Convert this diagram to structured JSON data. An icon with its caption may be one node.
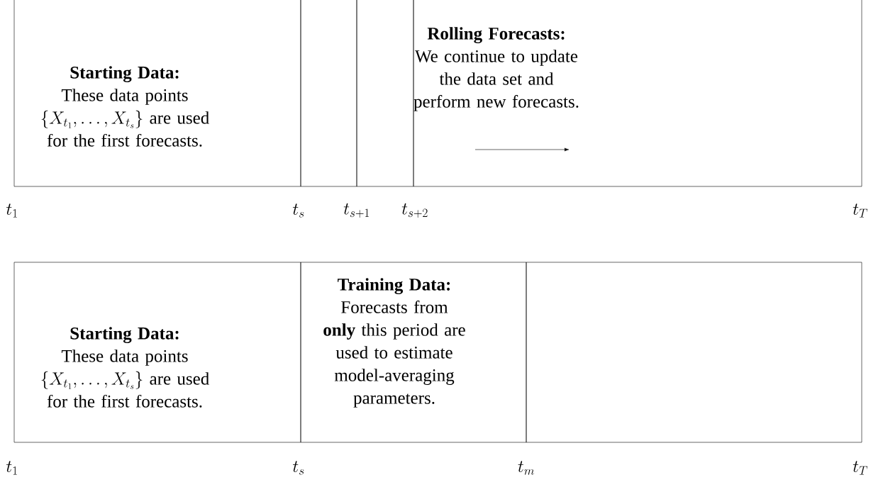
{
  "diagram": {
    "nodes": [
      {
        "text": [
          "Starting Data:",
          "These data points",
          "\\{X_{t_1}, \\ldots, X_{t_s}\\}\\ \\mbox{are used}",
          "for the first forecasts."
        ]
      },
      {
        "text": [],
        "shape": "box"
      },
      {
        "text": [],
        "shape": "box"
      },
      {
        "text": [
          "Rolling Forecasts:",
          "We continue to update the data set and perform new forecasts."
        ]
      },
      {
        "text": [
          "Starting Data:",
          "These data points",
          "\\{X_{t_1}, \\ldots, X_{t_s}\\}\\ \\mbox{are used}",
          "for the first forecasts."
        ]
      },
      {
        "text": [
          "Training Data:",
          "Forecasts from **only** this period are used to estimate model-averaging parameters."
        ]
      },
      {
        "text": [],
        "shape": "box"
      }
    ],
    "edges": [],
    "labels": [
      "t_1",
      "t_s",
      "t_{s+1}",
      "t_{s+2}",
      "t_T",
      "t_1",
      "t_s",
      "t_m",
      "t_T"
    ]
  }
}
